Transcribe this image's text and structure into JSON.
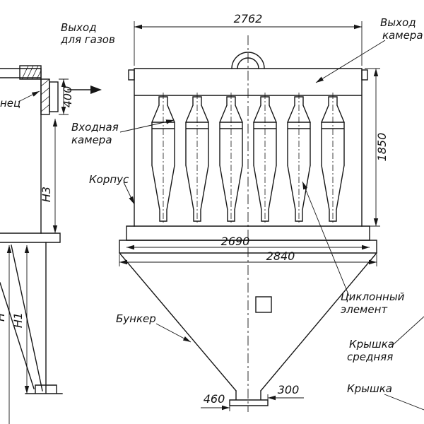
{
  "drawing": {
    "left_view": {
      "gas_outlet_line1": "Выход",
      "gas_outlet_line2": "для газов",
      "flange_partial": "нец",
      "dim_400": "400",
      "dim_h3": "Н3",
      "dim_h": "Н",
      "dim_h1": "Н1"
    },
    "right_view": {
      "dim_top_width": "2762",
      "outlet_chamber_line1": "Выход",
      "outlet_chamber_line2": "камера",
      "inlet_chamber_line1": "Входная",
      "inlet_chamber_line2": "камера",
      "korpus": "Корпус",
      "dim_body_height": "1850",
      "dim_flange_inner": "2690",
      "dim_flange_outer": "2840",
      "bunker": "Бункер",
      "cyclone_line1": "Циклонный",
      "cyclone_line2": "элемент",
      "cover_middle_line1": "Крышка",
      "cover_middle_line2": "средняя",
      "cover_partial": "Крышка",
      "dim_outlet_left": "460",
      "dim_outlet_right": "300"
    }
  }
}
